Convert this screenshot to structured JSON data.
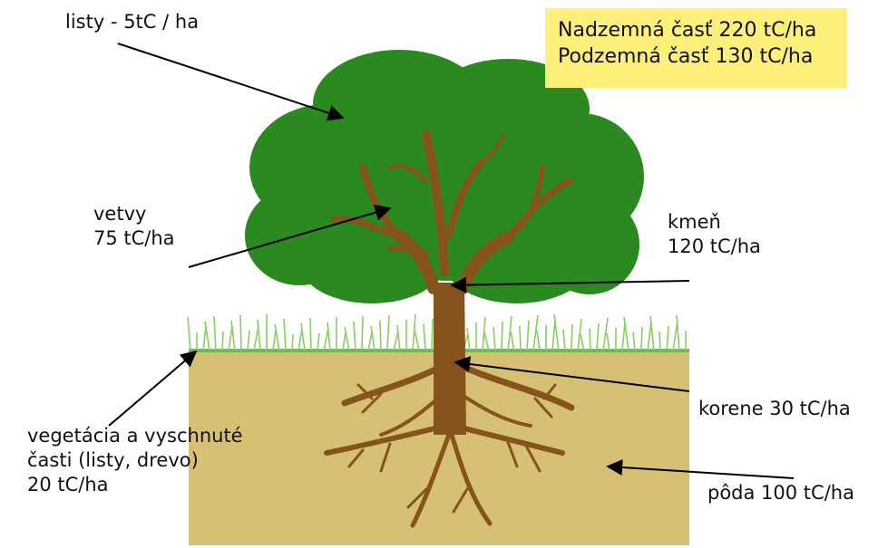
{
  "summary": {
    "line1": "Nadzemná časť 220 tC/ha",
    "line2": "Podzemná časť 130 tC/ha"
  },
  "labels": {
    "leaves": "listy - 5tC / ha",
    "branches_name": "vetvy",
    "branches_value": "75 tC/ha",
    "trunk_name": "kmeň",
    "trunk_value": "120 tC/ha",
    "roots": "korene 30 tC/ha",
    "vegetation_line1": "vegetácia a vyschnuté",
    "vegetation_line2": "časti (listy, drevo)",
    "vegetation_line3": "20 tC/ha",
    "soil": "pôda 100 tC/ha"
  },
  "colors": {
    "foliage": "#2a8a1f",
    "trunk": "#86531c",
    "soil": "#d6c074",
    "grass": "#7ec85a",
    "summary_box": "#fcf07a"
  }
}
